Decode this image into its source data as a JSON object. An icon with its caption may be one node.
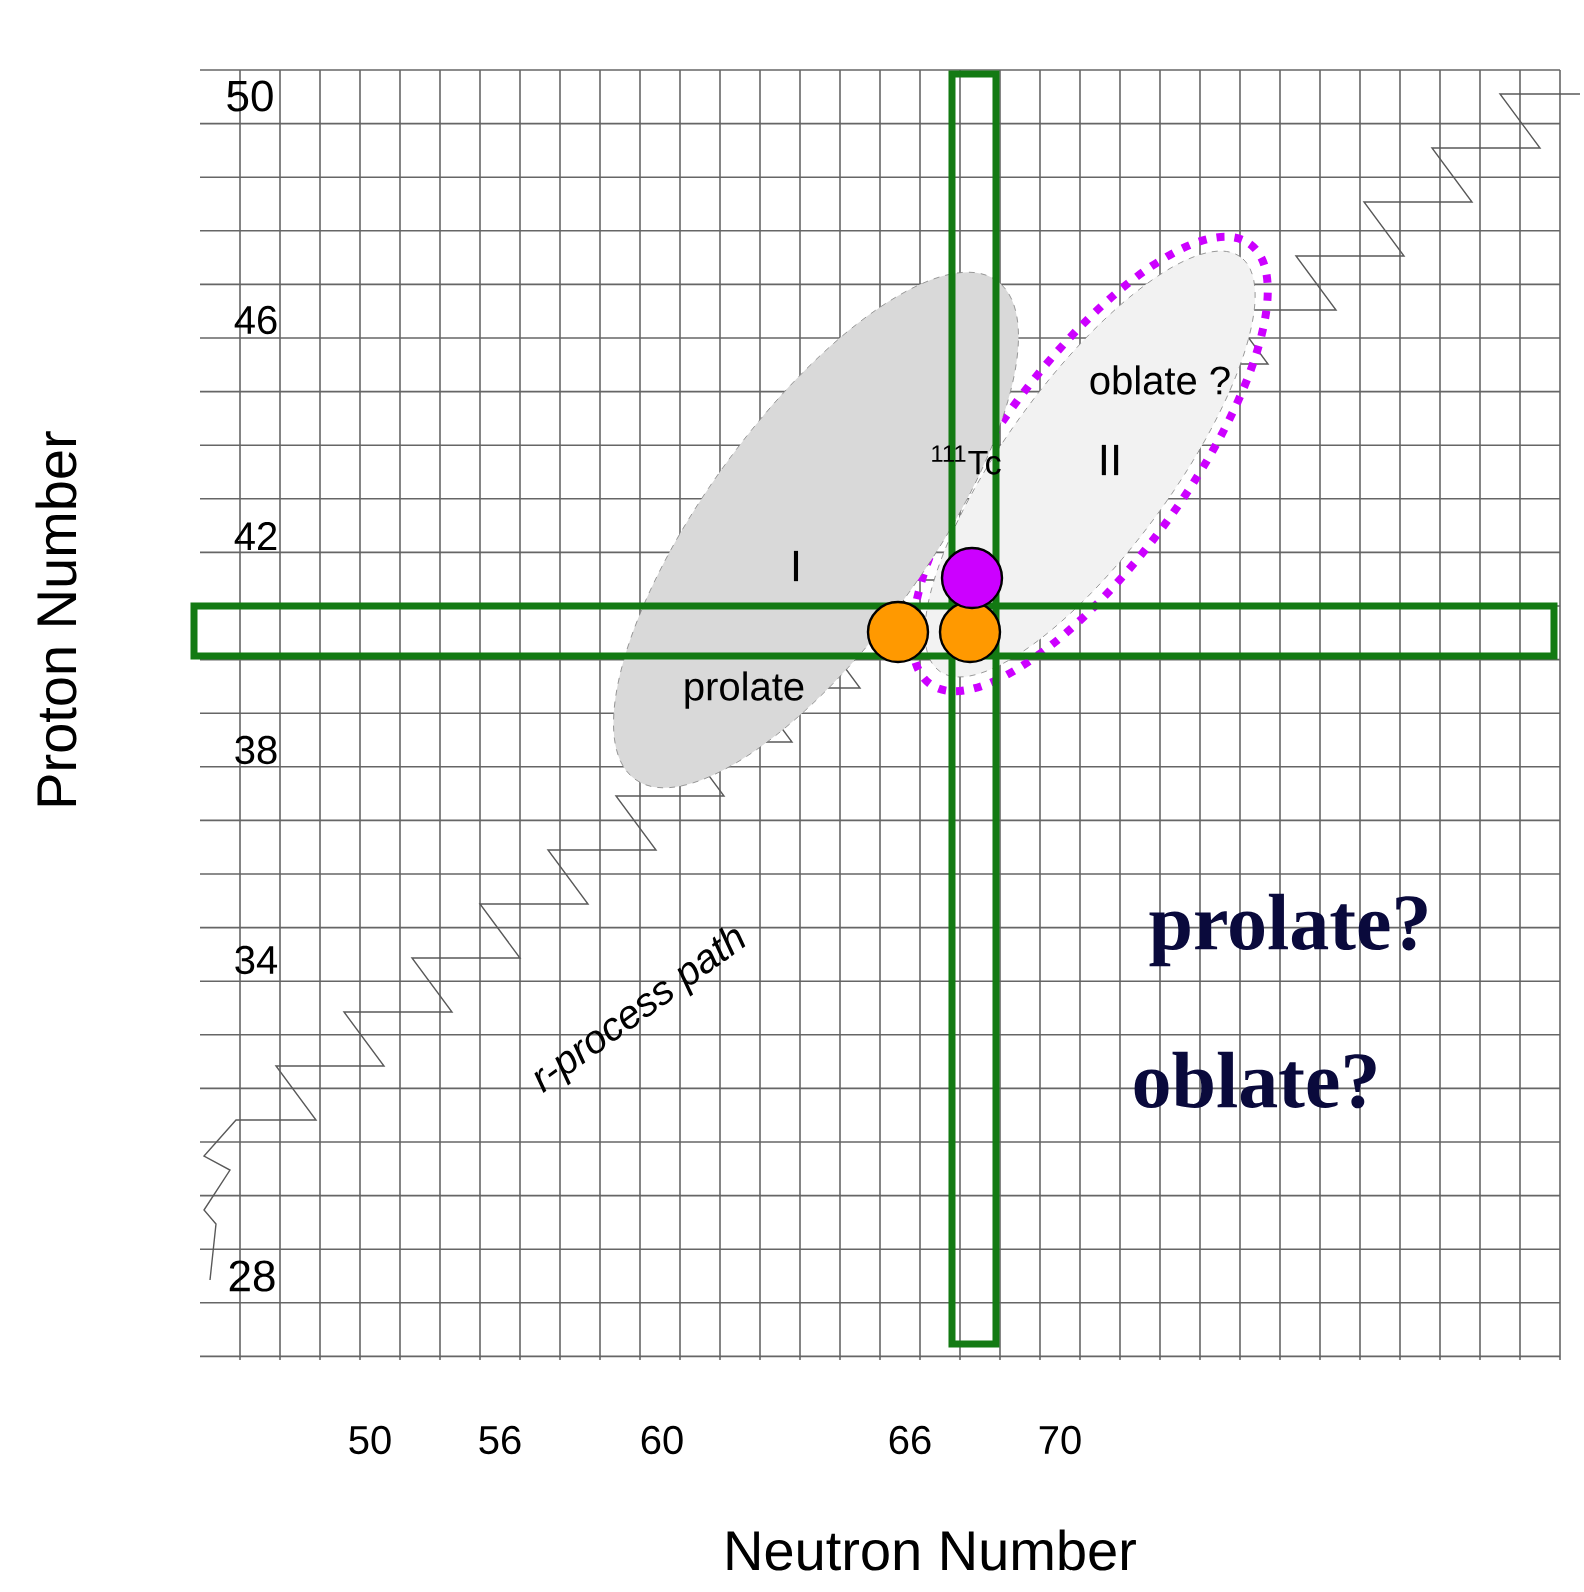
{
  "diagram": {
    "nodes": [
      {
        "text": [
          "I",
          "prolate"
        ]
      },
      {
        "text": [
          "oblate ?",
          "II"
        ]
      }
    ],
    "labels": [
      "50",
      "46",
      "42",
      "38",
      "34",
      "28",
      "Proton Number",
      "$^{111}$Tc",
      "r-process path",
      "prolate?",
      "oblate?",
      "50",
      "56",
      "60",
      "66",
      "70",
      "Neutron Number"
    ]
  }
}
